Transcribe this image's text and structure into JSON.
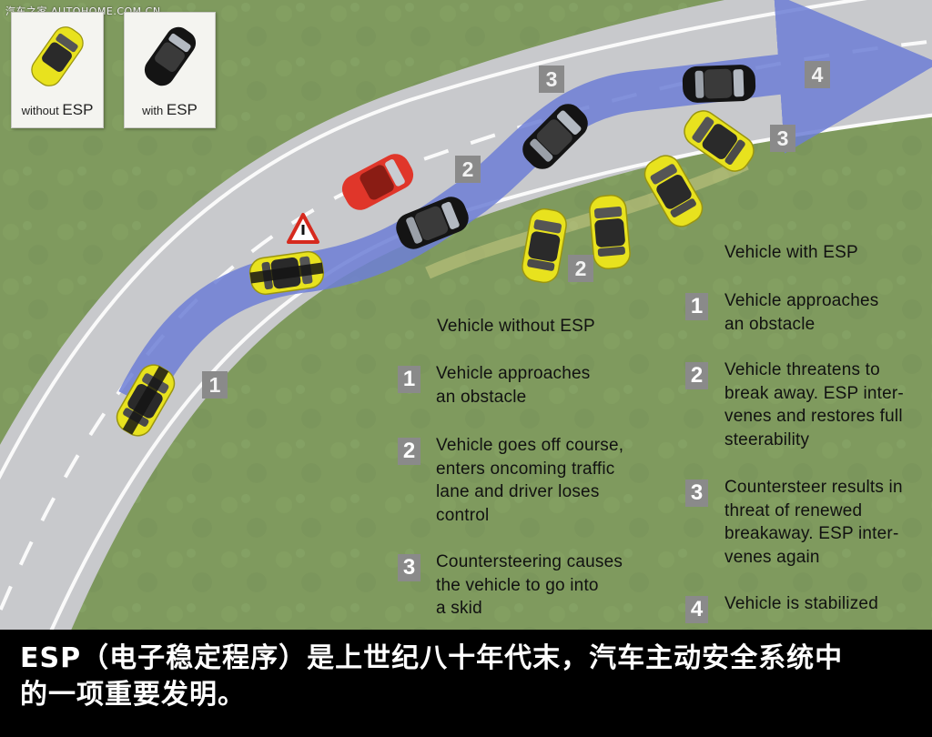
{
  "watermark": "汽车之家 AUTOHOME.COM.CN",
  "legend": {
    "without": {
      "prefix": "without",
      "esp": "ESP"
    },
    "with": {
      "prefix": "with",
      "esp": "ESP"
    }
  },
  "road_markers": [
    "1",
    "2",
    "3",
    "4",
    "2",
    "3"
  ],
  "without_esp": {
    "heading": "Vehicle without ESP",
    "steps": [
      {
        "num": "1",
        "lines": [
          "Vehicle approaches",
          "an obstacle"
        ]
      },
      {
        "num": "2",
        "lines": [
          "Vehicle goes off course,",
          "enters oncoming traffic",
          "lane and driver loses",
          "control"
        ]
      },
      {
        "num": "3",
        "lines": [
          "Countersteering causes",
          "the vehicle to go into",
          "a skid"
        ]
      }
    ]
  },
  "with_esp": {
    "heading": "Vehicle with ESP",
    "steps": [
      {
        "num": "1",
        "lines": [
          "Vehicle approaches",
          "an obstacle"
        ]
      },
      {
        "num": "2",
        "lines": [
          "Vehicle threatens to",
          "break away. ESP inter-",
          "venes and restores full",
          "steerability"
        ]
      },
      {
        "num": "3",
        "lines": [
          "Countersteer results in",
          "threat of renewed",
          "breakaway. ESP inter-",
          "venes again"
        ]
      },
      {
        "num": "4",
        "lines": [
          "Vehicle is stabilized"
        ]
      }
    ]
  },
  "caption": {
    "line1": "ESP（电子稳定程序）是上世纪八十年代末，汽车主动安全系统中",
    "line2": "的一项重要发明。"
  },
  "colors": {
    "grass": "#7f9a5e",
    "road": "#c8c9cc",
    "path_arrow": "#6e7fd6",
    "car_with_esp": "#111111",
    "car_without_esp": "#e8e21e",
    "obstacle_car": "#e0362a",
    "number_box": "#8a8a8a"
  }
}
